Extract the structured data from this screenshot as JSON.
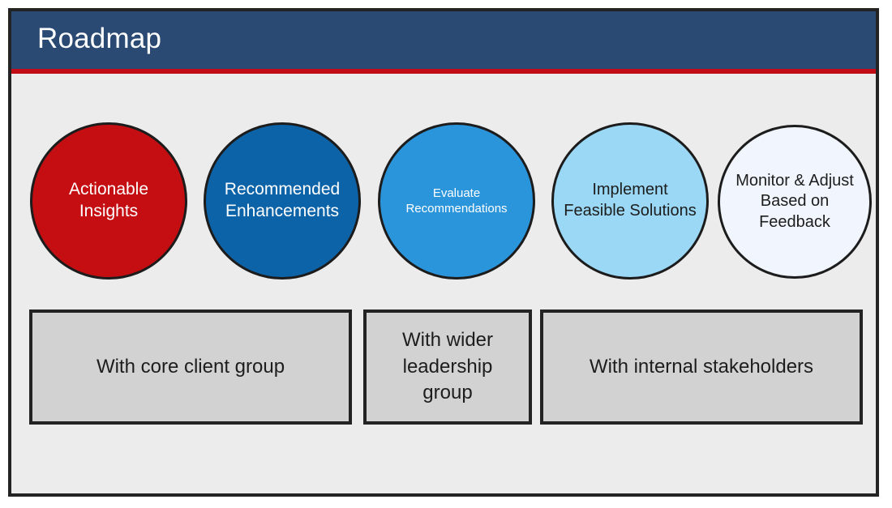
{
  "slide": {
    "title": "Roadmap",
    "accent_color": "#c00d16",
    "header_color": "#2a4a73",
    "canvas_color": "#ececec",
    "frame_color": "#232323"
  },
  "stages": [
    {
      "id": "actionable-insights",
      "label": "Actionable Insights",
      "fill": "#c40e12",
      "text_color": "#ffffff"
    },
    {
      "id": "recommended-enhancements",
      "label": "Recommended Enhancements",
      "fill": "#0d63a8",
      "text_color": "#ffffff"
    },
    {
      "id": "evaluate-recommendations",
      "label": "Evaluate Recommendations",
      "fill": "#2b95dc",
      "text_color": "#ffffff"
    },
    {
      "id": "implement-feasible-solutions",
      "label": "Implement Feasible Solutions",
      "fill": "#9ad8f5",
      "text_color": "#1d1d1d"
    },
    {
      "id": "monitor-adjust-based-on-feedback",
      "label": "Monitor & Adjust Based on Feedback",
      "fill": "#f1f6fe",
      "text_color": "#1d1d1d"
    }
  ],
  "audience_groups": [
    {
      "id": "core-client-group",
      "label": "With core client group",
      "fill": "#d2d2d2"
    },
    {
      "id": "wider-leadership-group",
      "label": "With wider leadership group",
      "fill": "#d2d2d2"
    },
    {
      "id": "internal-stakeholders",
      "label": "With internal stakeholders",
      "fill": "#d2d2d2"
    }
  ]
}
